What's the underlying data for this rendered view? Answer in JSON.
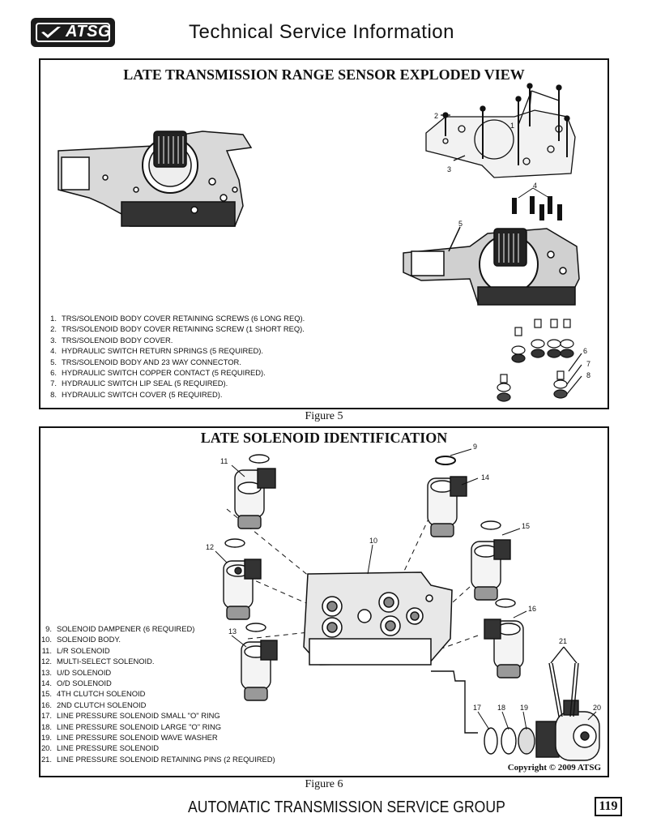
{
  "header": {
    "logo_text": "ATSG",
    "title": "Technical Service Information"
  },
  "figure5": {
    "title": "LATE TRANSMISSION RANGE SENSOR EXPLODED VIEW",
    "caption": "Figure 5",
    "callouts": [
      "1",
      "2",
      "3",
      "4",
      "5",
      "6",
      "7",
      "8"
    ],
    "legend": [
      {
        "num": "1.",
        "text": "TRS/SOLENOID BODY COVER RETAINING SCREWS (6 LONG REQ)."
      },
      {
        "num": "2.",
        "text": "TRS/SOLENOID BODY COVER RETAINING SCREW (1 SHORT REQ)."
      },
      {
        "num": "3.",
        "text": "TRS/SOLENOID BODY COVER."
      },
      {
        "num": "4.",
        "text": "HYDRAULIC SWITCH RETURN SPRINGS (5 REQUIRED)."
      },
      {
        "num": "5.",
        "text": "TRS/SOLENOID BODY AND 23 WAY CONNECTOR."
      },
      {
        "num": "6.",
        "text": "HYDRAULIC SWITCH COPPER CONTACT (5 REQUIRED)."
      },
      {
        "num": "7.",
        "text": "HYDRAULIC SWITCH LIP SEAL (5 REQUIRED)."
      },
      {
        "num": "8.",
        "text": "HYDRAULIC SWITCH COVER (5 REQUIRED)."
      }
    ]
  },
  "figure6": {
    "title": "LATE SOLENOID IDENTIFICATION",
    "caption": "Figure 6",
    "copyright": "Copyright © 2009 ATSG",
    "callouts": [
      "9",
      "10",
      "11",
      "12",
      "13",
      "14",
      "15",
      "16",
      "17",
      "18",
      "19",
      "20",
      "21"
    ],
    "legend": [
      {
        "num": "9.",
        "text": "SOLENOID DAMPENER (6 REQUIRED)"
      },
      {
        "num": "10.",
        "text": "SOLENOID BODY."
      },
      {
        "num": "11.",
        "text": "L/R SOLENOID"
      },
      {
        "num": "12.",
        "text": "MULTI-SELECT SOLENOID."
      },
      {
        "num": "13.",
        "text": "U/D SOLENOID"
      },
      {
        "num": "14.",
        "text": "O/D SOLENOID"
      },
      {
        "num": "15.",
        "text": "4TH CLUTCH SOLENOID"
      },
      {
        "num": "16.",
        "text": "2ND CLUTCH SOLENOID"
      },
      {
        "num": "17.",
        "text": "LINE PRESSURE SOLENOID SMALL \"O\" RING"
      },
      {
        "num": "18.",
        "text": "LINE PRESSURE SOLENOID LARGE  \"O\" RING"
      },
      {
        "num": "19.",
        "text": "LINE PRESSURE SOLENOID WAVE WASHER"
      },
      {
        "num": "20.",
        "text": "LINE PRESSURE SOLENOID"
      },
      {
        "num": "21.",
        "text": "LINE PRESSURE SOLENOID RETAINING PINS (2 REQUIRED)"
      }
    ]
  },
  "footer": {
    "title": "AUTOMATIC TRANSMISSION SERVICE GROUP",
    "page_number": "119"
  }
}
